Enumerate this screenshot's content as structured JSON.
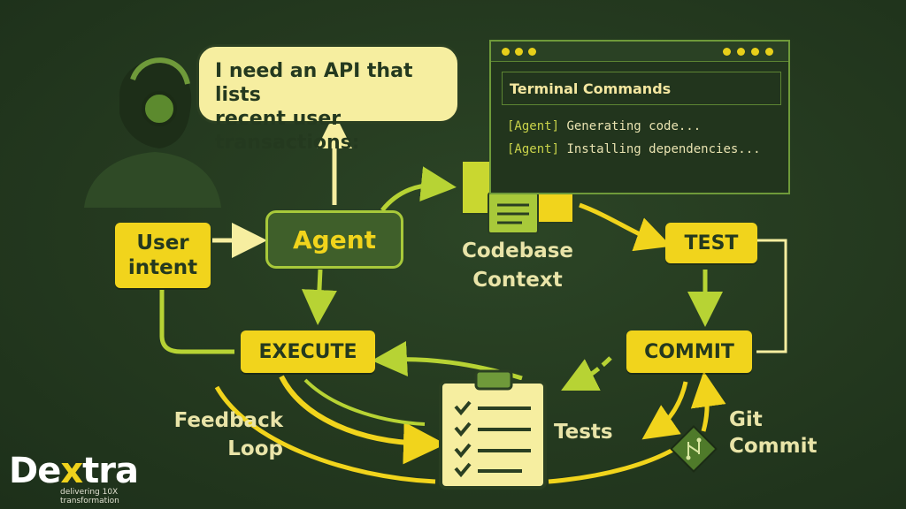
{
  "speech": {
    "line1": "I need an API that lists",
    "line2": "recent user transactions:"
  },
  "terminal": {
    "title": "Terminal Commands",
    "lines": [
      {
        "tag": "[Agent]",
        "text": " Generating code..."
      },
      {
        "tag": "[Agent]",
        "text": " Installing dependencies..."
      }
    ]
  },
  "nodes": {
    "user_intent_1": "User",
    "user_intent_2": "intent",
    "agent": "Agent",
    "codebase_1": "Codebase",
    "codebase_2": "Context",
    "test": "TEST",
    "commit": "COMMIT",
    "execute": "EXECUTE",
    "tests": "Tests",
    "feedback_1": "Feedback",
    "feedback_2": "Loop",
    "git_1": "Git",
    "git_2": "Commit"
  },
  "brand": {
    "pre": "De",
    "x": "x",
    "post": "tra",
    "tagline": "delivering 10X transformation"
  },
  "colors": {
    "background": "#24391f",
    "accent_yellow": "#f1d41c",
    "lime": "#b7d334",
    "agent_green": "#3f5f2a"
  }
}
